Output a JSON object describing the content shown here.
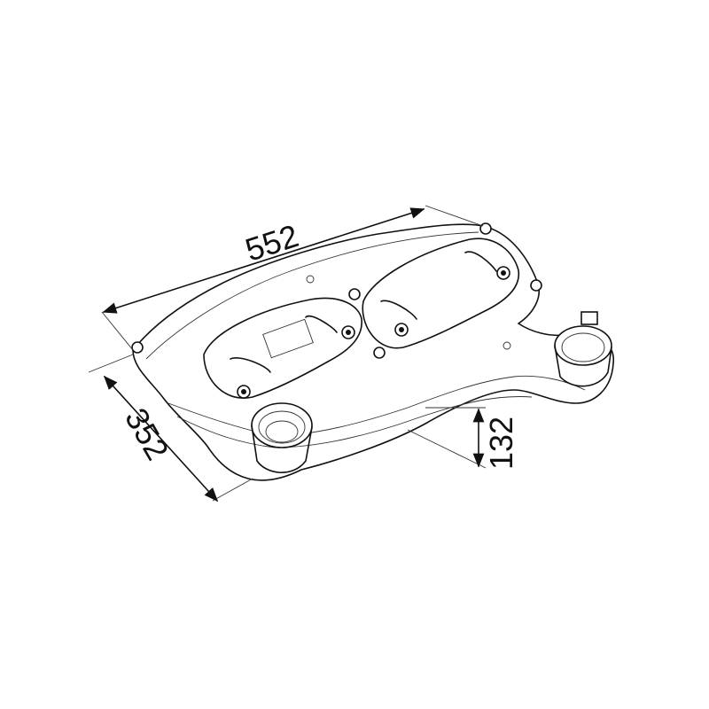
{
  "drawing": {
    "dimensions": {
      "length": "552",
      "width": "352",
      "height": "132"
    }
  }
}
